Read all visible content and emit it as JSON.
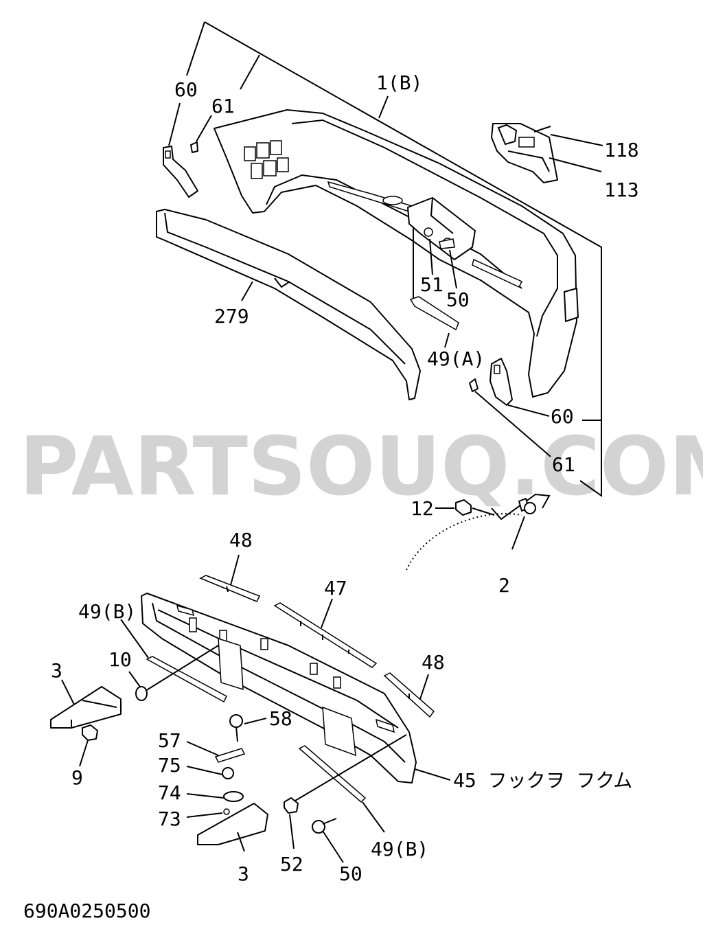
{
  "watermark": "PARTSOUQ.COM",
  "diagram_code": "690A0250500",
  "callouts": {
    "c60_top": "60",
    "c61_top": "61",
    "c1b": "1(B)",
    "c118": "118",
    "c113": "113",
    "c51": "51",
    "c50_top": "50",
    "c279": "279",
    "c49a": "49(A)",
    "c60_right": "60",
    "c61_right": "61",
    "c12": "12",
    "c2": "2",
    "c48_top": "48",
    "c47": "47",
    "c49b_left": "49(B)",
    "c10": "10",
    "c3_left": "3",
    "c48_right": "48",
    "c58": "58",
    "c57": "57",
    "c75": "75",
    "c74": "74",
    "c73": "73",
    "c9": "9",
    "c45": "45 フックヲ フクム",
    "c52": "52",
    "c50_bottom": "50",
    "c49b_bottom": "49(B)",
    "c3_bottom": "3"
  }
}
